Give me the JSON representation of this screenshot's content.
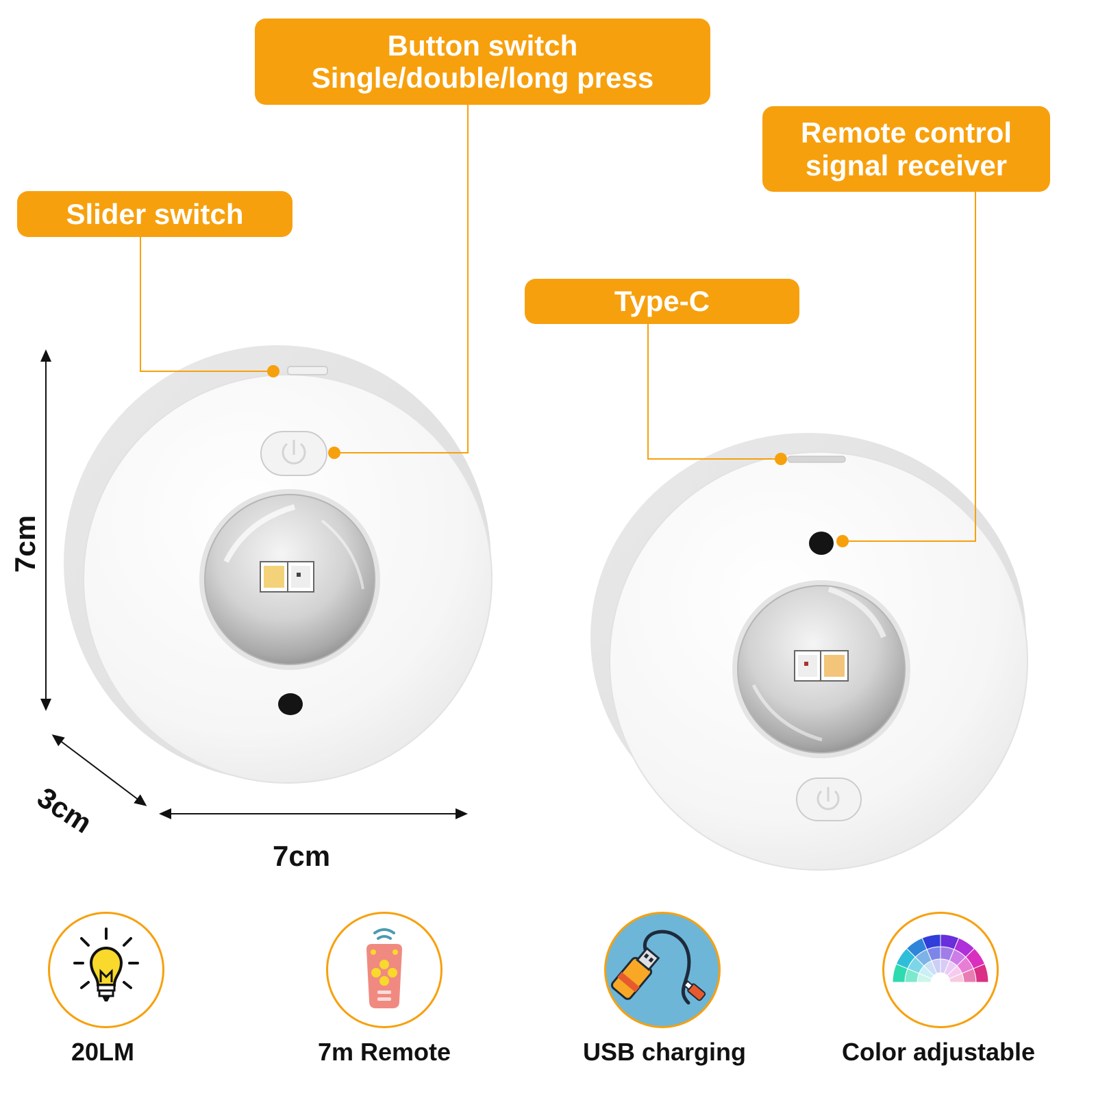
{
  "callouts": {
    "button_switch": {
      "line1": "Button switch",
      "line2": "Single/double/long press"
    },
    "remote_receiver": {
      "line1": "Remote control",
      "line2": "signal receiver"
    },
    "slider_switch": {
      "line1": "Slider switch"
    },
    "type_c": {
      "line1": "Type-C"
    }
  },
  "dimensions": {
    "height": "7cm",
    "depth": "3cm",
    "width": "7cm"
  },
  "features": [
    {
      "label": "20LM",
      "icon": "light-bulb-icon"
    },
    {
      "label": "7m Remote",
      "icon": "remote-control-icon"
    },
    {
      "label": "USB charging",
      "icon": "usb-cable-icon"
    },
    {
      "label": "Color adjustable",
      "icon": "color-wheel-icon"
    }
  ],
  "colors": {
    "accent": "#F7A00D",
    "light_body": "#F4F4F4",
    "text": "#111111"
  }
}
